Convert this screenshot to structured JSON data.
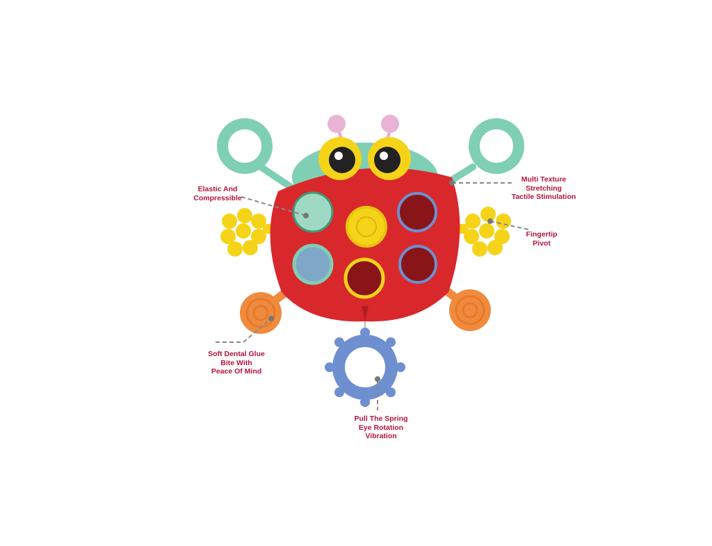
{
  "callouts": {
    "elastic": [
      "Elastic And",
      "Compressible"
    ],
    "texture": [
      "Multi Texture",
      "Stretching",
      "Tactile Stimulation"
    ],
    "fingertip": [
      "Fingertip",
      "Pivot"
    ],
    "dental": [
      "Soft Dental Glue",
      "Bite With",
      "Peace Of Mind"
    ],
    "spring": [
      "Pull The Spring",
      "Eye Rotation",
      "Vibration"
    ]
  },
  "colors": {
    "label": "#b3143c",
    "body": "#d8282c",
    "teal": "#7fcfb4",
    "yellow": "#f5d319",
    "orange": "#f08a3c",
    "blue": "#6e8fd0",
    "pink": "#e9b3d6"
  }
}
